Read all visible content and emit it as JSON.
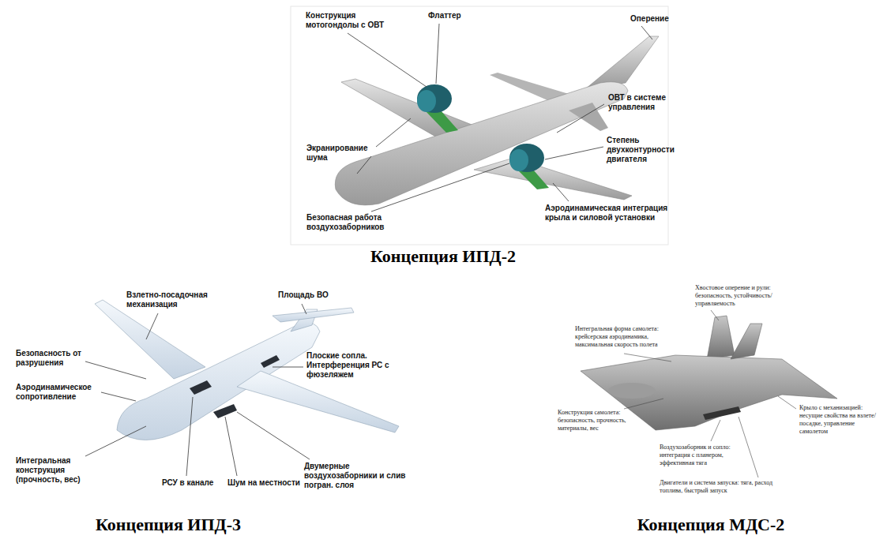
{
  "diagram": {
    "labels": [
      "Конструкция мотогондолы с ОВТ",
      "Флаттер",
      "Оперение",
      "ОВТ в системе управления",
      "Экранирование шума",
      "Степень двухконтурности двигателя",
      "Безопасная работа воздухозаборников",
      "Аэродинамическая интеграция крыла и силовой установки",
      "Концепция ИПД-2",
      "Взлетно-посадочная механизация",
      "Площадь ВО",
      "Безопасность от разрушения",
      "Аэродинамическое сопротивление",
      "Плоские сопла. Интерференция РС с фюзеляжем",
      "Интегральная конструкция (прочность, вес)",
      "РСУ в канале",
      "Шум на местности",
      "Двумерные воздухозаборники и слив погран. слоя",
      "Концепция ИПД-3",
      "Хвостовое оперение и рули: безопасность, устойчивость/ управляемость",
      "Интегральная форма самолета: крейсерская аэродинамика, максимальная скорость полета",
      "Конструкция самолета: безопасность, прочность, материалы, вес",
      "Воздухозаборник и сопло: интеграция с планером, эффективная тяга",
      "Крыло с механизацией: несущие свойства на взлете/посадке, управление самолетом",
      "Двигатели и система запуска: тяга, расход топлива, быстрый запуск",
      "Концепция МДС-2"
    ]
  }
}
